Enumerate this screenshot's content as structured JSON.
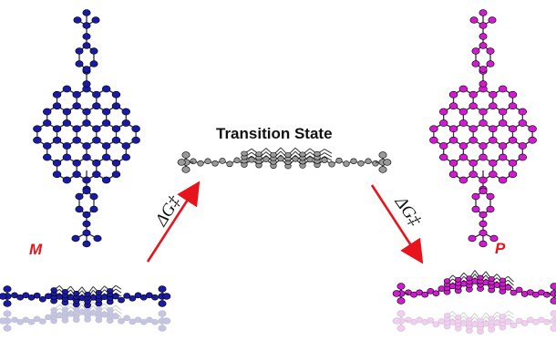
{
  "labels": {
    "transition_state": "Transition State",
    "left_enantiomer": "M",
    "right_enantiomer": "P",
    "barrier_left": "ΔG‡",
    "barrier_right": "ΔG‡"
  },
  "colors": {
    "m_isomer": "#1a1aa8",
    "p_isomer": "#d21ad2",
    "transition_state": "#9a9a9a",
    "arrow": "#e8141b",
    "label_red": "#e8141b"
  }
}
